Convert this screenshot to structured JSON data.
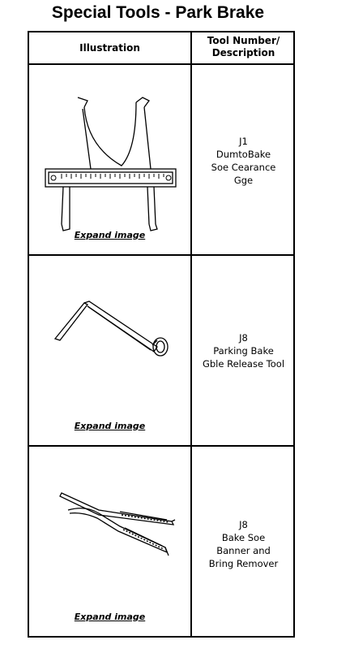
{
  "page": {
    "title": "Special Tools - Park Brake"
  },
  "table": {
    "headers": {
      "illustration": "Illustration",
      "tool_line1": "Tool Number/",
      "tool_line2": "Description"
    },
    "rows": [
      {
        "expand_label": "Expand image",
        "tool_number": "J1",
        "description": [
          "DumtoBake",
          "Soe Cearance",
          "Gge"
        ],
        "icon": "brake-shoe-clearance-gauge-icon"
      },
      {
        "expand_label": "Expand image",
        "tool_number": "J8",
        "description": [
          "Parking Bake",
          "Gble Release Tool"
        ],
        "icon": "parking-brake-cable-release-tool-icon"
      },
      {
        "expand_label": "Expand image",
        "tool_number": "J8",
        "description": [
          "Bake Soe",
          "Banner and",
          "Bring Remover"
        ],
        "icon": "brake-shoe-spanner-spring-remover-icon"
      }
    ]
  }
}
